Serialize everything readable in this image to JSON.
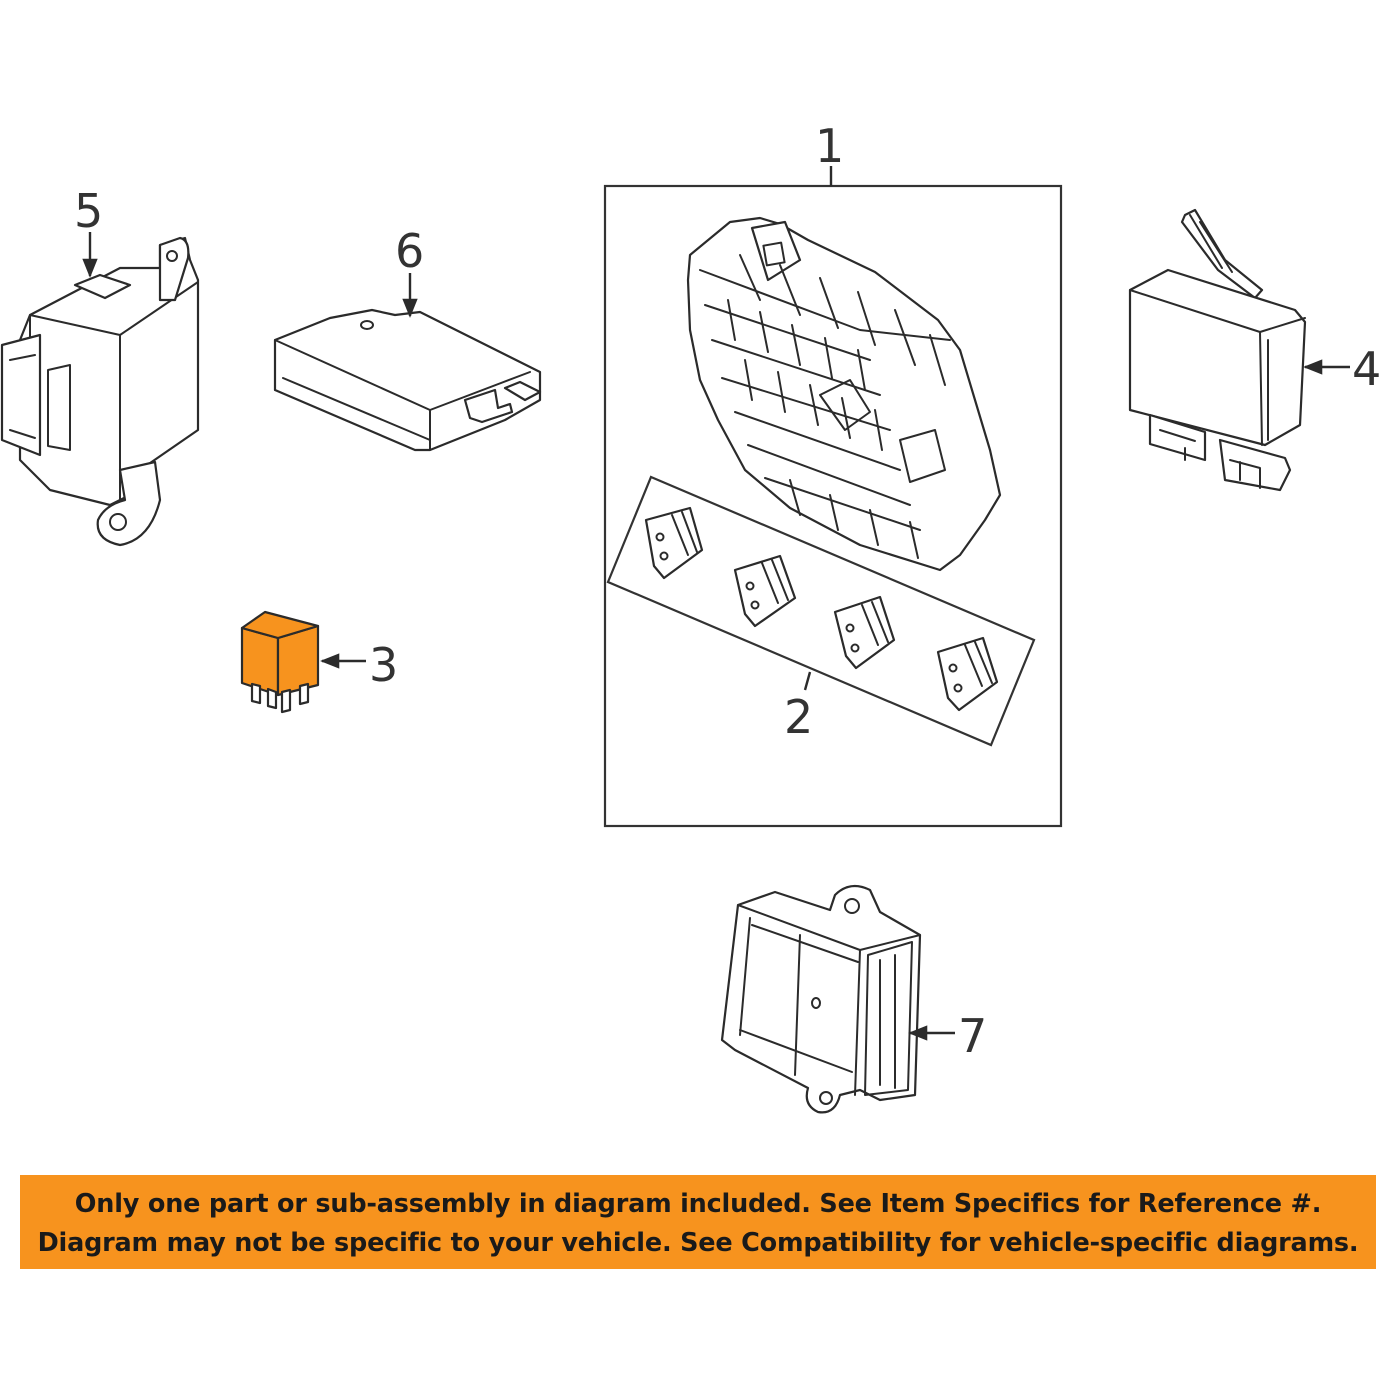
{
  "callouts": [
    {
      "id": "1",
      "text": "1"
    },
    {
      "id": "2",
      "text": "2"
    },
    {
      "id": "3",
      "text": "3"
    },
    {
      "id": "4",
      "text": "4"
    },
    {
      "id": "5",
      "text": "5"
    },
    {
      "id": "6",
      "text": "6"
    },
    {
      "id": "7",
      "text": "7"
    }
  ],
  "highlight_color": "#f7931e",
  "highlighted_part": "3",
  "notice": {
    "line1": "Only one part or sub-assembly in diagram included. See Item Specifics for Reference #.",
    "line2": "Diagram may not be specific to your vehicle. See Compatibility for vehicle-specific diagrams."
  }
}
